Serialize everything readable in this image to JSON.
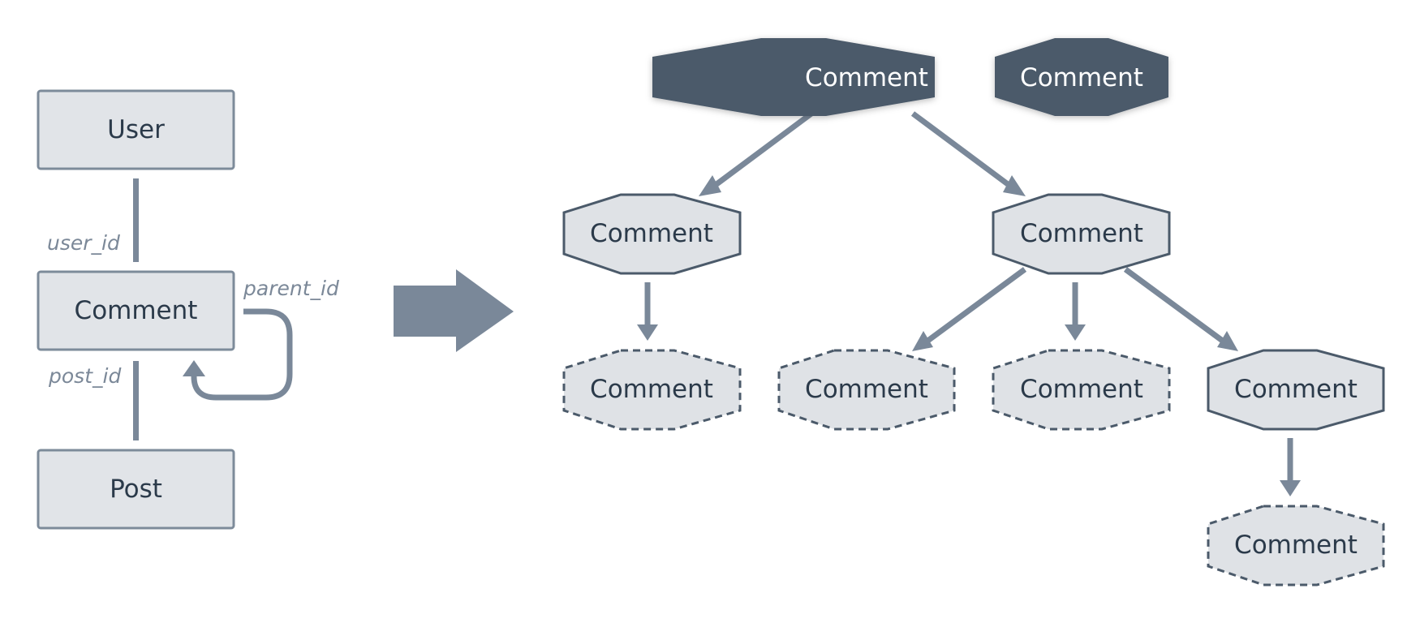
{
  "schema": {
    "entities": {
      "user": "User",
      "comment": "Comment",
      "post": "Post"
    },
    "relations": {
      "user_id": "user_id",
      "parent_id": "parent_id",
      "post_id": "post_id"
    }
  },
  "tree": {
    "roots": [
      {
        "label": "Comment",
        "style": "root"
      },
      {
        "label": "Comment",
        "style": "root"
      }
    ],
    "level1": [
      {
        "label": "Comment",
        "style": "solid"
      },
      {
        "label": "Comment",
        "style": "solid"
      }
    ],
    "level2": [
      {
        "label": "Comment",
        "style": "dashed"
      },
      {
        "label": "Comment",
        "style": "dashed"
      },
      {
        "label": "Comment",
        "style": "dashed"
      },
      {
        "label": "Comment",
        "style": "solid"
      }
    ],
    "level3": [
      {
        "label": "Comment",
        "style": "dashed"
      }
    ]
  },
  "colors": {
    "box_fill": "#e1e4e8",
    "box_stroke": "#7d8b9a",
    "dark_fill": "#4b5a6a",
    "light_fill": "#dfe2e6",
    "node_stroke": "#4b5a6a",
    "connector": "#7a8899",
    "text_dark": "#2b3a4a",
    "text_light": "#ffffff"
  }
}
